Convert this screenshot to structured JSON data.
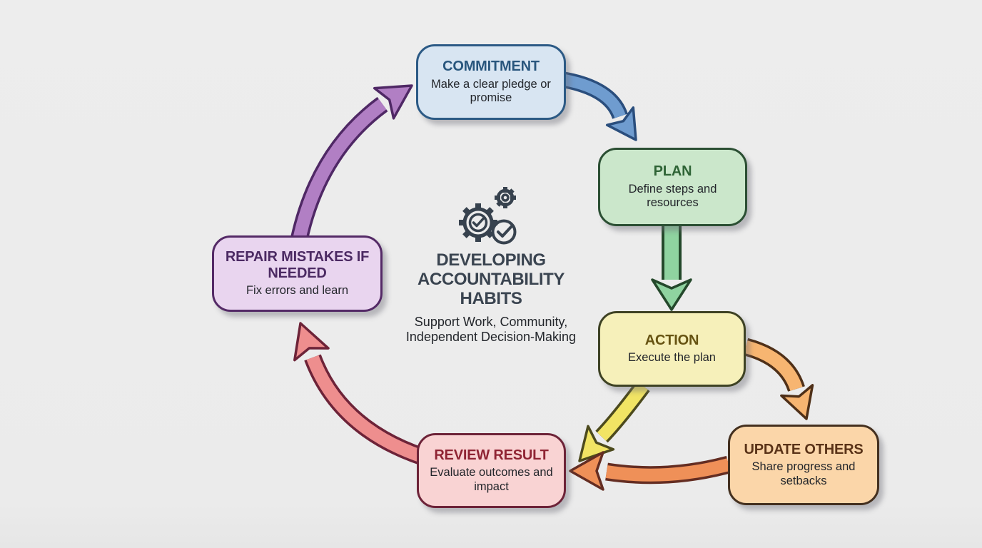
{
  "page": {
    "background": "#ebebeb"
  },
  "center": {
    "icon": "gears-check-icon",
    "icon_color": "#37424e",
    "title": "DEVELOPING ACCOUNTABILITY HABITS",
    "title_color": "#3a4450",
    "subtitle": "Support Work, Community, Independent Decision-Making",
    "subtitle_color": "#23262b"
  },
  "nodes": [
    {
      "id": "commitment",
      "title": "COMMITMENT",
      "subtitle": "Make a clear pledge or promise",
      "fill": "#d8e5f2",
      "border": "#2c5a85",
      "title_color": "#29567d",
      "text_color": "#23262b"
    },
    {
      "id": "plan",
      "title": "PLAN",
      "subtitle": "Define steps and resources",
      "fill": "#cbe7cb",
      "border": "#2b4f33",
      "title_color": "#2f6436",
      "text_color": "#23262b"
    },
    {
      "id": "action",
      "title": "ACTION",
      "subtitle": "Execute the plan",
      "fill": "#f6f0ba",
      "border": "#3e4224",
      "title_color": "#665312",
      "text_color": "#23262b"
    },
    {
      "id": "update-others",
      "title": "UPDATE OTHERS",
      "subtitle": "Share progress and setbacks",
      "fill": "#fbd6a9",
      "border": "#44301f",
      "title_color": "#5a3318",
      "text_color": "#23262b"
    },
    {
      "id": "review-result",
      "title": "REVIEW RESULT",
      "subtitle": "Evaluate outcomes and impact",
      "fill": "#f9d3d3",
      "border": "#6d2338",
      "title_color": "#8f2433",
      "text_color": "#23262b"
    },
    {
      "id": "repair-mistakes",
      "title": "REPAIR MISTAKES IF NEEDED",
      "subtitle": "Fix errors and learn",
      "fill": "#e9d5ef",
      "border": "#542a66",
      "title_color": "#4c2a63",
      "text_color": "#23262b"
    }
  ],
  "arrows": [
    {
      "name": "commitment-to-plan",
      "fill": "#6f9ccf",
      "outline": "#2a4e7d"
    },
    {
      "name": "plan-to-action",
      "fill": "#8fd3a0",
      "outline": "#24482b"
    },
    {
      "name": "action-to-update-others",
      "fill": "#f7b571",
      "outline": "#4f3018"
    },
    {
      "name": "action-to-review-result",
      "fill": "#f1e464",
      "outline": "#4c4a1d"
    },
    {
      "name": "update-others-to-review-result",
      "fill": "#ef9058",
      "outline": "#642d22"
    },
    {
      "name": "review-result-to-repair-mistakes",
      "fill": "#ee8e8e",
      "outline": "#6d2338"
    },
    {
      "name": "repair-mistakes-to-commitment",
      "fill": "#b17fc4",
      "outline": "#4f2865"
    }
  ]
}
